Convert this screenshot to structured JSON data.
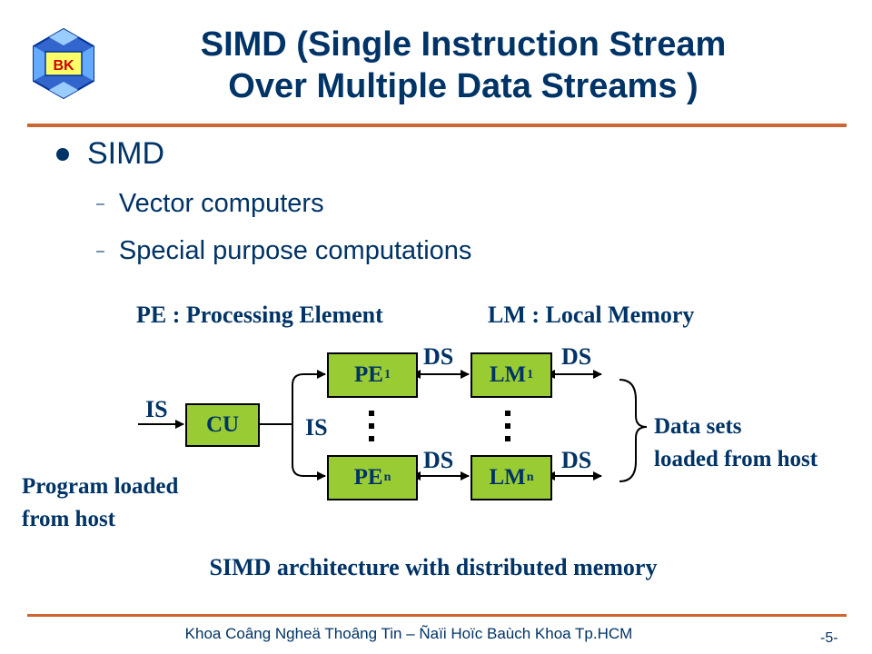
{
  "logo": {
    "text": "BK"
  },
  "title": {
    "line1": "SIMD (Single Instruction Stream",
    "line2": "Over Multiple Data Streams )"
  },
  "bullet": {
    "text": "SIMD"
  },
  "sub_bullets": [
    {
      "dash": "–",
      "text": "Vector computers"
    },
    {
      "dash": "–",
      "text": "Special purpose computations"
    }
  ],
  "diagram": {
    "legend_pe": "PE : Processing Element",
    "legend_lm": "LM : Local Memory",
    "cu": "CU",
    "pe": "PE",
    "lm": "LM",
    "sub_1": "1",
    "sub_n": "n",
    "is_left": "IS",
    "is_mid": "IS",
    "ds_top_left": "DS",
    "ds_top_right": "DS",
    "ds_bottom_left": "DS",
    "ds_bottom_right": "DS",
    "program_line1": "Program loaded",
    "program_line2": "from host",
    "data_line1": "Data sets",
    "data_line2": "loaded from host",
    "caption": "SIMD architecture with distributed memory"
  },
  "footer": {
    "text": "Khoa Coâng Ngheä Thoâng Tin – Ñaïi Hoïc Baùch Khoa Tp.HCM",
    "page": "-5-"
  },
  "colors": {
    "title": "#003366",
    "rule": "#cc6633",
    "box": "#99cc33"
  }
}
